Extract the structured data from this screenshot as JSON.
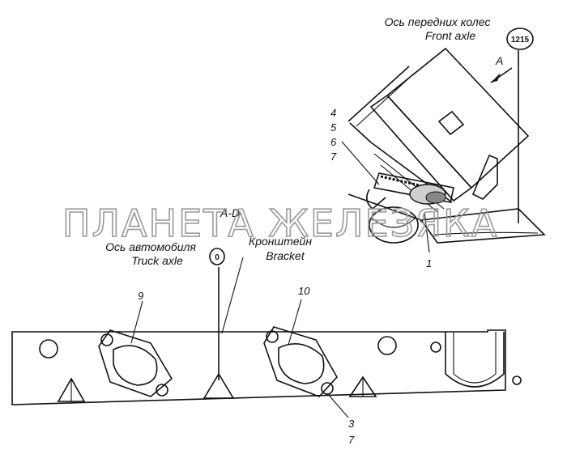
{
  "labels": {
    "front_axle_ru": "Ось передних колес",
    "front_axle_en": "Front axle",
    "view_a": "A",
    "section_ad": "A-D",
    "truck_axle_ru": "Ось автомобиля",
    "truck_axle_en": "Truck axle",
    "bracket_ru": "Кронштейн",
    "bracket_en": "Bracket",
    "badge_1215": "1215",
    "badge_0": "0"
  },
  "callouts": {
    "c4": "4",
    "c5": "5",
    "c6": "6",
    "c7a": "7",
    "c1": "1",
    "c9": "9",
    "c10": "10",
    "c3": "3",
    "c7b": "7"
  },
  "watermark": "ПЛАНЕТА ЖЕЛЕЗЯКА"
}
